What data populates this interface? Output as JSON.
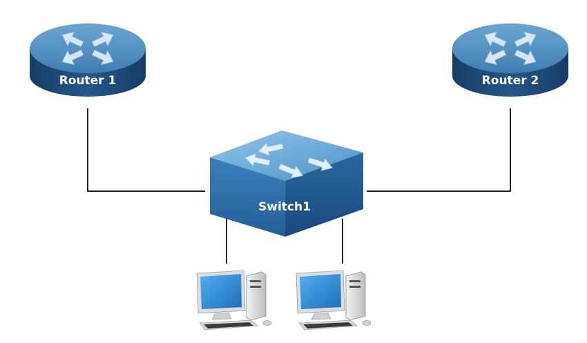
{
  "diagram": {
    "routers": [
      {
        "id": "router-1",
        "label": "Router 1"
      },
      {
        "id": "router-2",
        "label": "Router 2"
      }
    ],
    "switch": {
      "id": "switch1",
      "label": "Switch1"
    },
    "pcs": [
      {
        "id": "pc-1"
      },
      {
        "id": "pc-2"
      }
    ],
    "links": [
      {
        "from": "router-1",
        "to": "switch1"
      },
      {
        "from": "router-2",
        "to": "switch1"
      },
      {
        "from": "switch1",
        "to": "pc-1"
      },
      {
        "from": "switch1",
        "to": "pc-2"
      }
    ]
  },
  "colors": {
    "device_top": "#4f8fbe",
    "device_side": "#1c4a78",
    "switch_side_left": "#2f6ea6",
    "switch_side_right": "#1f5488",
    "link": "#222222",
    "pc_screen": "#2f8dd6",
    "pc_body": "#e6e6e6"
  },
  "icons": [
    "router-arrows-icon",
    "switch-arrows-icon",
    "desktop-pc-icon"
  ]
}
